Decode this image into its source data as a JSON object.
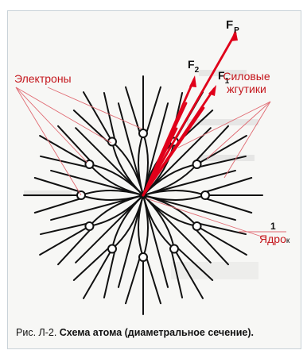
{
  "labels": {
    "electrons": "Электроны",
    "force_cords": "Силовые\nжгутики",
    "nucleus": "Ядро",
    "nucleus_suffix": "к",
    "marker_one": "1",
    "force_p": {
      "letter": "F",
      "sub": "P"
    },
    "force_1": {
      "letter": "F",
      "sub": "1"
    },
    "force_2": {
      "letter": "F",
      "sub": "2"
    }
  },
  "caption": {
    "prefix": "Рис. Л-2. ",
    "title": "Схема атома (диаметральное сечение)."
  },
  "colors": {
    "label_red": "#c4161c",
    "line_red": "#e0001a",
    "ink": "#111111",
    "frame_border": "#c9d2d8"
  }
}
